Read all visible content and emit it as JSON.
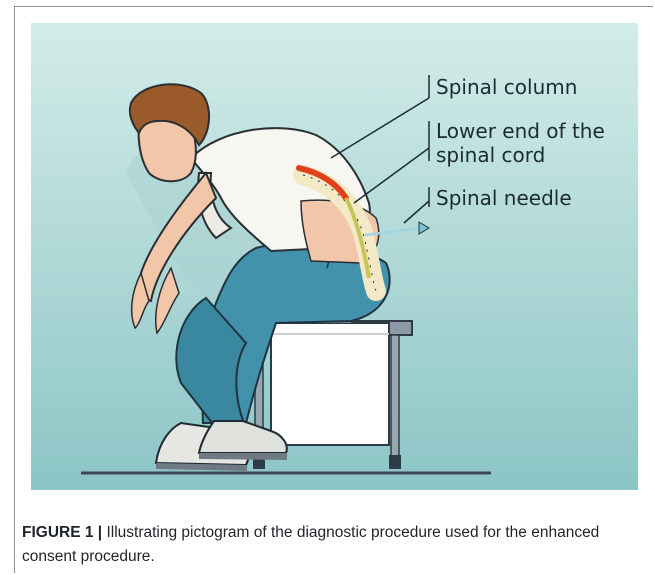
{
  "figure": {
    "labels": {
      "spinal_column": "Spinal column",
      "lower_end_line1": "Lower end of the",
      "lower_end_line2": "spinal cord",
      "spinal_needle": "Spinal needle"
    },
    "caption": {
      "figure_number": "FIGURE 1 |",
      "text": " Illustrating pictogram of the diagnostic procedure used for the enhanced consent procedure."
    }
  },
  "colors": {
    "background_top": "#cfe9e6",
    "background_bottom": "#8fc6c6",
    "shirt": "#f7f7f2",
    "jeans": "#3f8fa8",
    "hair": "#9a5a2a",
    "skin": "#f2c6a8",
    "spinal_cord_highlight": "#e0401c",
    "needle": "#9fd6e0"
  }
}
